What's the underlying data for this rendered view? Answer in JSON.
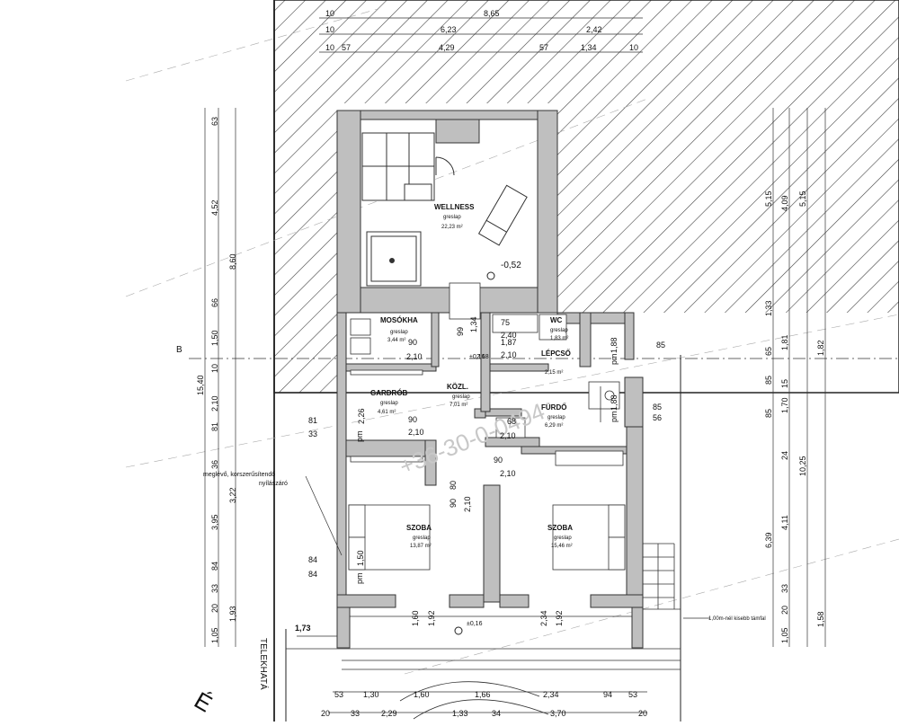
{
  "rooms": {
    "wellness": {
      "name": "WELLNESS",
      "floor": "greslap",
      "area": "22,23 m²"
    },
    "mosokha": {
      "name": "MOSÓKHA",
      "floor": "greslap",
      "area": "3,44 m²"
    },
    "wc": {
      "name": "WC",
      "floor": "greslap",
      "area": "1,83 m²"
    },
    "lepcso": {
      "name": "LÉPCSŐ",
      "floor": "greslap",
      "area": "2,15 m²"
    },
    "kozl": {
      "name": "KÖZL.",
      "floor": "greslap",
      "area": "7,01 m²"
    },
    "gardrob": {
      "name": "GARDRÓB",
      "floor": "greslap",
      "area": "4,61 m²"
    },
    "furdo": {
      "name": "FÜRDŐ",
      "floor": "greslap",
      "area": "6,29 m²"
    },
    "szoba1": {
      "name": "SZOBA",
      "floor": "greslap",
      "area": "13,87 m²"
    },
    "szoba2": {
      "name": "SZOBA",
      "floor": "greslap",
      "area": "15,46 m²"
    }
  },
  "levels": {
    "wellness": "-0,52",
    "kozl": "±0,16",
    "outside": "±0,16"
  },
  "labels": {
    "section": "B",
    "telekhatar": "TELEKHATÁ",
    "north": "É",
    "window_note_1": "meglévő, korszerűsítendő",
    "window_note_2": "nyílászáró",
    "foundation_note": "1,00m-nél kisebb támfal",
    "watermark": "+36-30-0-0494"
  },
  "dims": {
    "top_row1": [
      "10",
      "8,65"
    ],
    "top_row2": [
      "10",
      "6,23",
      "2,42"
    ],
    "top_row3": [
      "10",
      "57",
      "4,29",
      "57",
      "1,34",
      "10"
    ],
    "left_outer": [
      "63",
      "4,52",
      "66",
      "1,50",
      "10",
      "2,10",
      "81",
      "36",
      "3,95",
      "84",
      "33",
      "1,93",
      "1,05",
      "20"
    ],
    "left_total": [
      "8,60",
      "15,40",
      "3,22"
    ],
    "left_marks": [
      "81",
      "33",
      "84",
      "84",
      "1,73"
    ],
    "right_outer": [
      "5,15",
      "4,09",
      "5,15",
      "1,33",
      "1,81",
      "65",
      "85",
      "1,70",
      "85",
      "24",
      "4,11",
      "6,39",
      "33",
      "1,58",
      "1,05",
      "20",
      "10,25",
      "1,82",
      "15"
    ],
    "openings": [
      "90",
      "2,10",
      "99",
      "1,34",
      "75",
      "2,40",
      "1,87",
      "2,10",
      "2,18",
      "90",
      "2,10",
      "2,26",
      "68",
      "2,10",
      "90",
      "2,10",
      "90",
      "80",
      "2,10",
      "1,50",
      "1,60",
      "1,92",
      "2,34",
      "1,92",
      "85",
      "56",
      "85",
      "1,88",
      "1,88"
    ],
    "bottom_row1": [
      "53",
      "1,30",
      "1,60",
      "1,66",
      "2,34",
      "94",
      "53"
    ],
    "bottom_row2": [
      "20",
      "33",
      "2,29",
      "1,33",
      "34",
      "3,70",
      "20"
    ],
    "pm": [
      "pm",
      "pm",
      "pm",
      "pm"
    ]
  }
}
